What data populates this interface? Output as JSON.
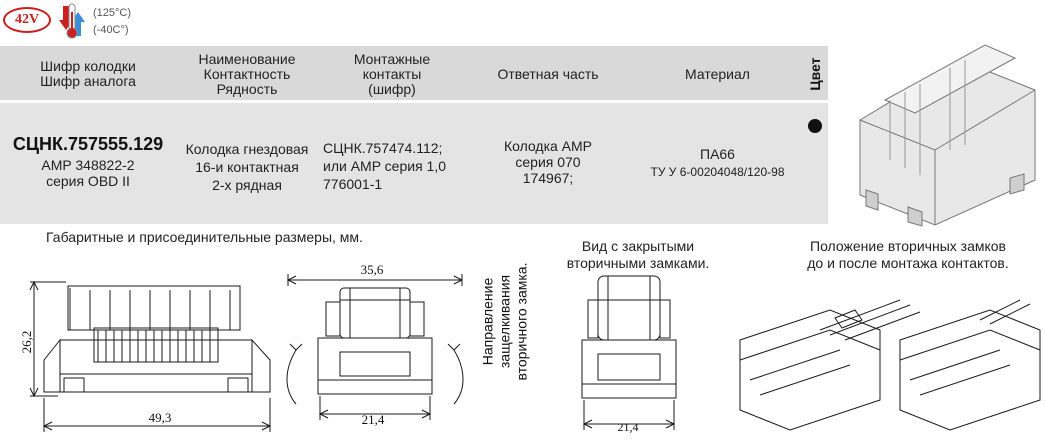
{
  "badges": {
    "voltage": "42V",
    "temp_high": "(125°C)",
    "temp_low": "(-40C°)"
  },
  "table": {
    "headers": {
      "code": "Шифр колодки\nШифр аналога",
      "name": "Наименование\nКонтактность\nРядность",
      "contacts": "Монтажные\nконтакты\n(шифр)",
      "mating": "Ответная часть",
      "material": "Материал",
      "color": "Цвет"
    },
    "row": {
      "code_main": "СЦНК.757555.129",
      "code_analog": "AMP 348822-2\nсерия OBD II",
      "name": "Колодка гнездовая\n16-и контактная\n2-х рядная",
      "contacts": "СЦНК.757474.112;\nили AMP серия 1,0\n776001-1",
      "mating": "Колодка AMP\nсерия 070\n174967;",
      "material_main": "ПА66",
      "material_spec": "ТУ У 6-00204048/120-98",
      "color_value": "black"
    }
  },
  "captions": {
    "dimensions": "Габаритные и присоединительные размеры, мм.",
    "closed_locks": "Вид с закрытыми\nвторичными замками.",
    "lock_positions": "Положение вторичных замков\nдо и после монтажа контактов.",
    "lock_direction": "Направление\nзащелкивания\nвторичного замка."
  },
  "dimensions": {
    "height": "26,2",
    "width_front": "49,3",
    "width_side_top": "35,6",
    "width_side_bottom": "21,4",
    "width_closed": "21,4"
  },
  "colors": {
    "header_bg": "#d9d9d9",
    "row_bg": "#e4e4e4",
    "badge_red": "#cc1f1f",
    "drawing": "#1a1a1a"
  }
}
